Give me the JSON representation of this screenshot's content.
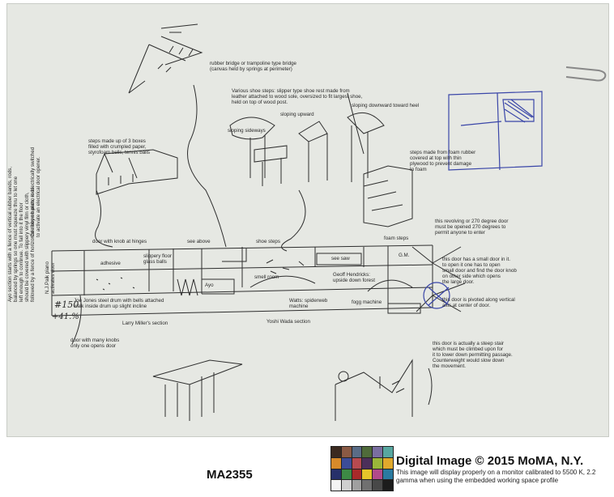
{
  "sheet": {
    "labels": {
      "rubber_bridge": "rubber bridge or trampoline type bridge\n(canvas held by springs at perimeter)",
      "shoe_steps_desc": "Various shoe steps: slipper type shoe rest made from\nleather attached to wood sole, oversized to fit largest shoe,\nheld on top of wood post.",
      "sloping_sideways": "sloping sideways",
      "sloping_upward": "sloping upward",
      "sloping_downward": "sloping downward toward heel",
      "boxes": "steps made up of 3 boxes\nfilled with crumpled paper,\nstyrofoam bells, tennis balls",
      "foam_steps_desc": "steps made from foam rubber\ncovered at top with thin\nplywood to prevent damage\nto foam",
      "revolving_door": "this revolving or 270 degree door\nmust be opened 270 degrees to\npermit anyone to enter",
      "door_knob_hinges": "door with knob at hinges",
      "see_above": "see above",
      "shoe_steps": "shoe steps",
      "foam_steps": "foam steps",
      "adhesive": "adhesive",
      "slippery_floor": "slippery floor\nglass balls",
      "see_saw": "see saw",
      "gm": "G.M.",
      "small_door": "this door has a small door in it.\nto open it one has to open\nsmall door and find the door knob\non other side which opens\nthe large door.",
      "pivoted_door": "this door is pivoted along vertical\naxis at center of door.",
      "ayo": "Ayo",
      "smell_room": "smell room",
      "geoff": "Geoff Hendricks:\nupside down forest",
      "joe_jones": "Joe Jones steel drum with bells attached\nwalk inside drum up slight incline",
      "watts": "Watts: spiderweb\nmachine",
      "fogg": "fogg machine",
      "larry": "Larry Miller's section",
      "yoshi": "Yoshi Wada section",
      "many_knobs": "door with many knobs\nonly one opens door",
      "steep_stair": "this door is actually a steep stair\nwhich must be climbed upon for\nit to lower down permitting passage.\nCounterweight would slow down\nthe movement.",
      "nj_paik": "N.J.Paik piano\nactivates door",
      "one_key": "One key on piano is electrically switched\nto activate an electrical door opener.",
      "ayo_section": "Ayo section starts with a fence of vertical rubber bands, rods,\nbalanced by springs so one must squeeze thru to let one\nleft enough to continue. To fall into it the floor\nshould be covered with slippery vinyl film or cloth,\nfollowed by a fence of horizontal ribbon bands, rods."
    },
    "handwritten": {
      "price": "#150",
      "price2": "+41.%"
    }
  },
  "footer": {
    "accession": "MA2355",
    "copyright": "Digital Image © 2015 MoMA, N.Y.",
    "note": "This image will display properly on a monitor calibrated to 5500 K, 2.2\ngamma when using the embedded working space profile",
    "color_chart": [
      "#3b2a20",
      "#8a5a44",
      "#5a6c86",
      "#4f6b3a",
      "#7a6fa0",
      "#58a7a0",
      "#d88a2a",
      "#3c4c98",
      "#b84a50",
      "#4c2f5a",
      "#9ab63a",
      "#e0a92c",
      "#27306a",
      "#3d8a45",
      "#a82a2a",
      "#e6c42a",
      "#b24a8a",
      "#2a7aa0",
      "#f4f4f4",
      "#cfcfcf",
      "#a0a0a0",
      "#707070",
      "#484848",
      "#1c1c1c"
    ]
  }
}
